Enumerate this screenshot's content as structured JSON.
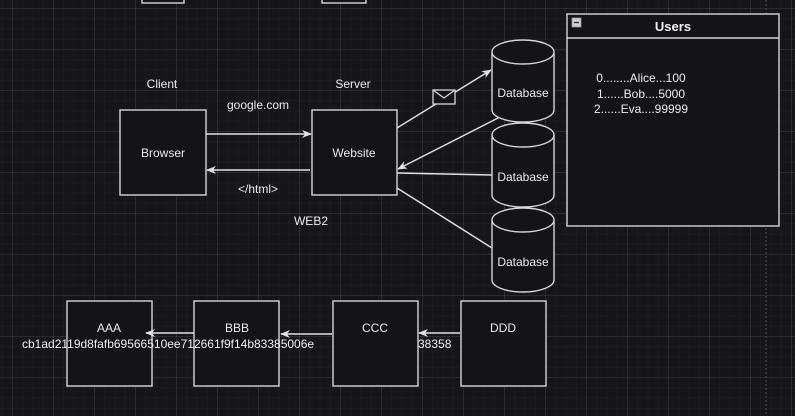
{
  "canvas": {
    "background": "#161518",
    "stroke_color": "#d6d6d6",
    "text_color": "#ececec"
  },
  "labels": {
    "client": "Client",
    "server": "Server",
    "request": "google.com",
    "response": "</html>",
    "web2": "WEB2"
  },
  "nodes": {
    "browser": "Browser",
    "website": "Website",
    "database_1": "Database",
    "database_2": "Database",
    "database_3": "Database"
  },
  "chain": {
    "blocks": [
      "AAA",
      "BBB",
      "CCC",
      "DDD"
    ],
    "hash_left": "cb1ad2119d8fafb69566510ee712661f9f14b83385006e",
    "hash_right": "38358"
  },
  "users_table": {
    "title": "Users",
    "collapse_icon": "minus-square-icon",
    "rows": [
      "0........Alice...100",
      "1......Bob....5000",
      "2......Eva....99999"
    ]
  },
  "icons": {
    "message": "envelope-icon"
  }
}
